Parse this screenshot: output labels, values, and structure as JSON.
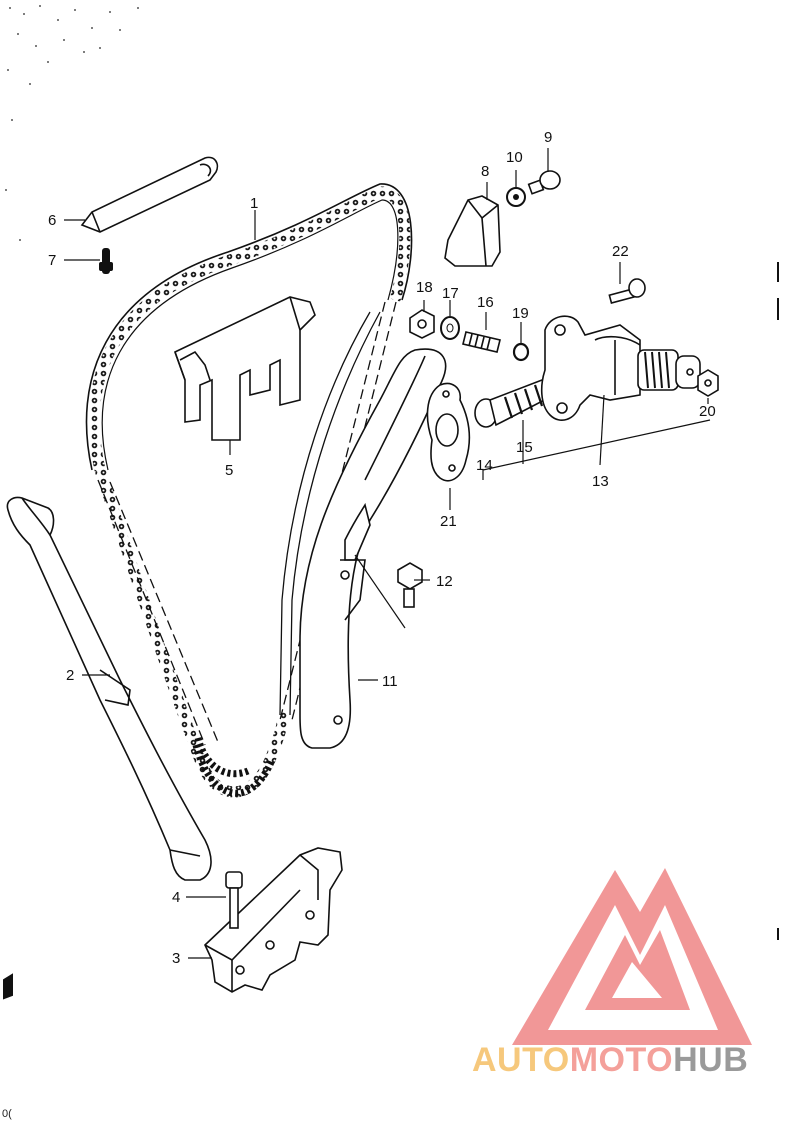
{
  "diagram": {
    "callouts": [
      {
        "id": "c1",
        "text": "1"
      },
      {
        "id": "c2",
        "text": "2"
      },
      {
        "id": "c3",
        "text": "3"
      },
      {
        "id": "c4",
        "text": "4"
      },
      {
        "id": "c5",
        "text": "5"
      },
      {
        "id": "c6",
        "text": "6"
      },
      {
        "id": "c7",
        "text": "7"
      },
      {
        "id": "c8",
        "text": "8"
      },
      {
        "id": "c9",
        "text": "9"
      },
      {
        "id": "c10",
        "text": "10"
      },
      {
        "id": "c11",
        "text": "11"
      },
      {
        "id": "c12",
        "text": "12"
      },
      {
        "id": "c13",
        "text": "13"
      },
      {
        "id": "c14",
        "text": "14"
      },
      {
        "id": "c15",
        "text": "15"
      },
      {
        "id": "c16",
        "text": "16"
      },
      {
        "id": "c17",
        "text": "17"
      },
      {
        "id": "c18",
        "text": "18"
      },
      {
        "id": "c19",
        "text": "19"
      },
      {
        "id": "c20",
        "text": "20"
      },
      {
        "id": "c21",
        "text": "21"
      },
      {
        "id": "c22",
        "text": "22"
      }
    ],
    "corner_tag": "0("
  },
  "watermark": {
    "word_parts": [
      "AUTO",
      "MOTO",
      "HUB"
    ],
    "colors": {
      "auto": "#f6c87c",
      "moto": "#f4a09a",
      "hub": "#9a9a9a",
      "logo": "#f08c8c"
    }
  }
}
